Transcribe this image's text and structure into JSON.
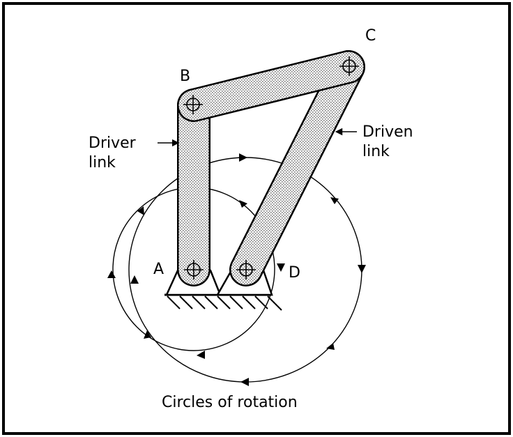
{
  "labels": {
    "point_a": "A",
    "point_b": "B",
    "point_c": "C",
    "point_d": "D",
    "driver_line1": "Driver",
    "driver_line2": "link",
    "driven_line1": "Driven",
    "driven_line2": "link",
    "caption": "Circles of rotation"
  }
}
